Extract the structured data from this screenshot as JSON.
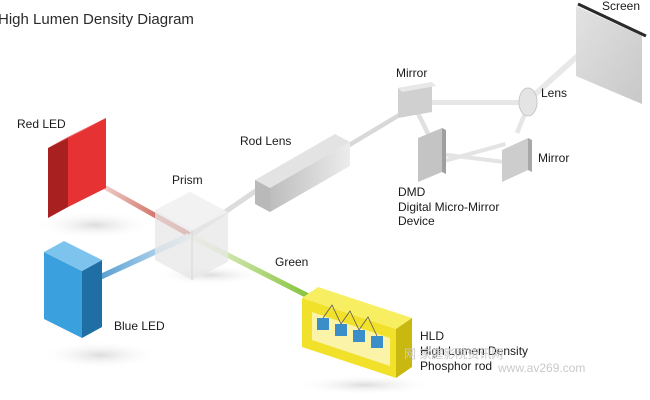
{
  "title": "High Lumen Density Diagram",
  "labels": {
    "screen": "Screen",
    "mirror_top": "Mirror",
    "lens": "Lens",
    "mirror_right": "Mirror",
    "rod_lens": "Rod Lens",
    "red_led": "Red LED",
    "prism": "Prism",
    "dmd_line1": "DMD",
    "dmd_line2": "Digital Micro-Mirror",
    "dmd_line3": "Device",
    "green": "Green",
    "blue_led": "Blue LED",
    "hld_line1": "HLD",
    "hld_line2": "High Lumen Density",
    "hld_line3": "Phosphor rod"
  },
  "watermark": {
    "line1": "网 家庭影院资讯网",
    "line2": "www.av269.com"
  },
  "colors": {
    "red_led": "#e63232",
    "blue_led": "#3aa0de",
    "hld_yellow": "#f2e12a",
    "green_beam": "#8cc63f",
    "cube_blue": "#3b8fc9",
    "gray_panel": "#d0d0d0",
    "beam_gray": "#cfcfcf"
  }
}
